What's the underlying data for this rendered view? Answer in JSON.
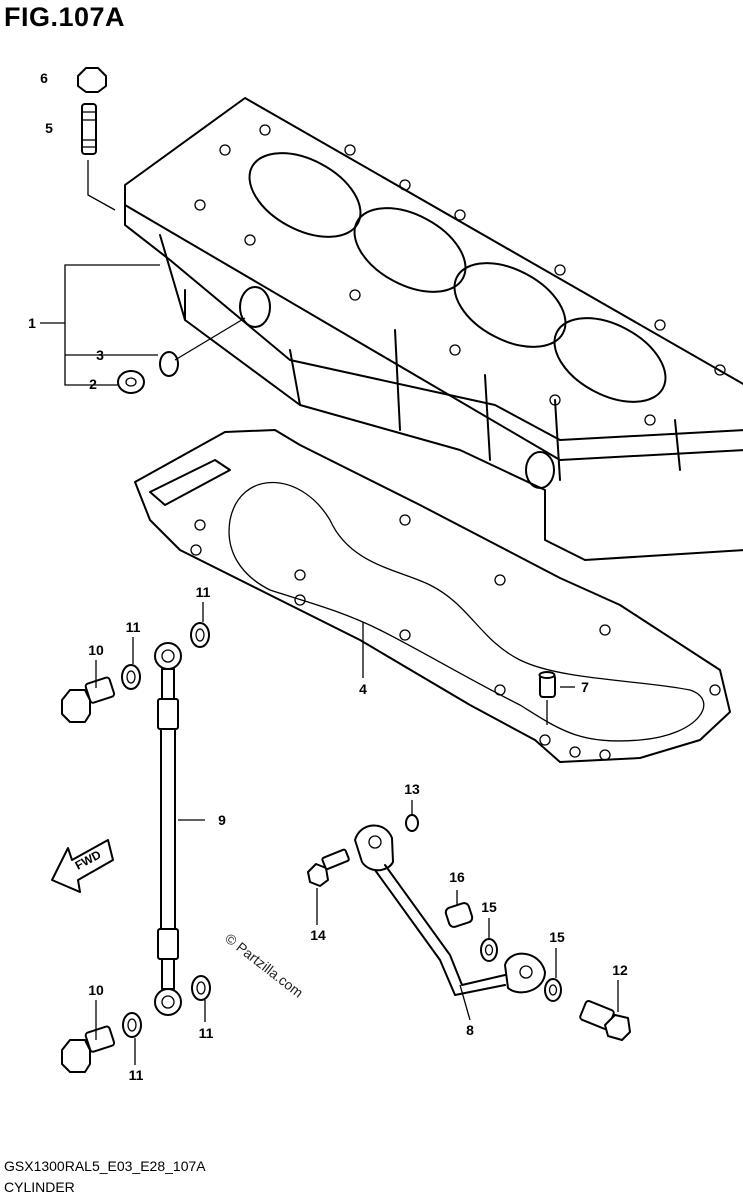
{
  "figure": {
    "title": "FIG.107A",
    "model_code": "GSX1300RAL5_E03_E28_107A",
    "name": "CYLINDER",
    "fwd_label": "FWD",
    "watermark": "© Partzilla.com"
  },
  "callouts": [
    {
      "id": "c6",
      "label": "6"
    },
    {
      "id": "c5",
      "label": "5"
    },
    {
      "id": "c1",
      "label": "1"
    },
    {
      "id": "c3",
      "label": "3"
    },
    {
      "id": "c2",
      "label": "2"
    },
    {
      "id": "c11a",
      "label": "11"
    },
    {
      "id": "c11b",
      "label": "11"
    },
    {
      "id": "c10a",
      "label": "10"
    },
    {
      "id": "c4",
      "label": "4"
    },
    {
      "id": "c7",
      "label": "7"
    },
    {
      "id": "c9",
      "label": "9"
    },
    {
      "id": "c13",
      "label": "13"
    },
    {
      "id": "c16",
      "label": "16"
    },
    {
      "id": "c15a",
      "label": "15"
    },
    {
      "id": "c14",
      "label": "14"
    },
    {
      "id": "c15b",
      "label": "15"
    },
    {
      "id": "c12",
      "label": "12"
    },
    {
      "id": "c10b",
      "label": "10"
    },
    {
      "id": "c11c",
      "label": "11"
    },
    {
      "id": "c8",
      "label": "8"
    },
    {
      "id": "c11d",
      "label": "11"
    }
  ]
}
